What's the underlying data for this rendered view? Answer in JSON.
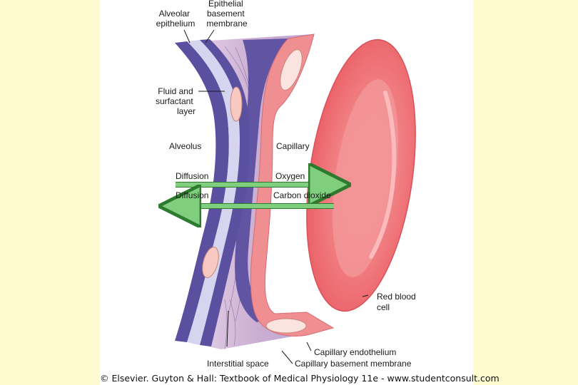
{
  "labels": {
    "alveolar_epithelium": [
      "Alveolar",
      "epithelium"
    ],
    "epithelial_basement_membrane": [
      "Epithelial",
      "basement",
      "membrane"
    ],
    "fluid_surfactant": [
      "Fluid and",
      "surfactant",
      "layer"
    ],
    "alveolus": "Alveolus",
    "capillary": "Capillary",
    "diffusion_o2": "Diffusion",
    "oxygen": "Oxygen",
    "diffusion_co2": "Diffusion",
    "carbon_dioxide": "Carbon dioxide",
    "red_blood_cell": [
      "Red blood",
      "cell"
    ],
    "interstitial_space": "Interstitial space",
    "capillary_endothelium": "Capillary endothelium",
    "capillary_basement_membrane": "Capillary basement membrane"
  },
  "caption": "© Elsevier. Guyton & Hall: Textbook of Medical Physiology 11e - www.studentconsult.com",
  "colors": {
    "page_background": "#fffbd0",
    "panel": "#ffffff",
    "epithelium": "#5b4fa0",
    "fluid_layer": "#d6d4ee",
    "interstitium": "#c7a7cf",
    "endothelium": "#f08f92",
    "red_blood_cell": "#ef6f74",
    "arrow": "#7fcf7f"
  }
}
